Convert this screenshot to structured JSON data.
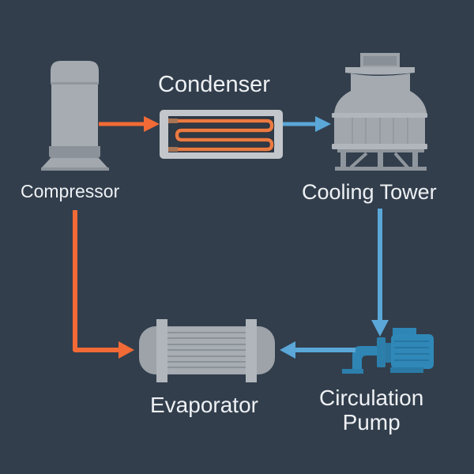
{
  "diagram": {
    "type": "cooling-system-flow",
    "colors": {
      "background": "#323e4c",
      "hot_line": "#f26a35",
      "cold_line": "#5aa7d8",
      "equipment_gray": "#a6acb2",
      "equipment_dark": "#8d949b",
      "pump_blue": "#2e86b6",
      "label_text": "#eef1f4"
    },
    "components": {
      "compressor": {
        "label": "Compressor",
        "icon": "compressor-icon"
      },
      "condenser": {
        "label": "Condenser",
        "icon": "condenser-coil-icon"
      },
      "cooling_tower": {
        "label": "Cooling Tower",
        "icon": "cooling-tower-icon"
      },
      "evaporator": {
        "label": "Evaporator",
        "icon": "shell-tube-heat-exchanger-icon"
      },
      "circulation_pump": {
        "label_line1": "Circulation",
        "label_line2": "Pump",
        "icon": "pump-icon"
      }
    },
    "flows": [
      {
        "from": "Compressor",
        "to": "Condenser",
        "medium": "hot"
      },
      {
        "from": "Condenser",
        "to": "Cooling Tower",
        "medium": "cold"
      },
      {
        "from": "Cooling Tower",
        "to": "Circulation Pump",
        "medium": "cold"
      },
      {
        "from": "Circulation Pump",
        "to": "Evaporator",
        "medium": "cold"
      },
      {
        "from": "Compressor",
        "to": "Evaporator",
        "medium": "hot"
      }
    ]
  }
}
